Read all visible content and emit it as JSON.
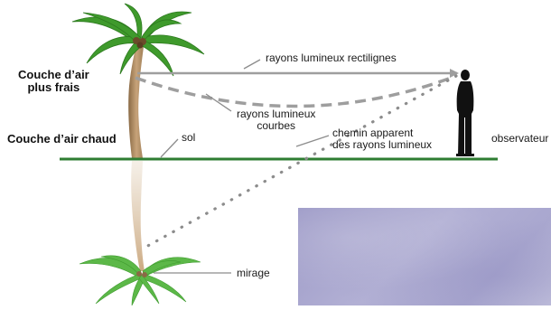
{
  "labels": {
    "upper_layer": [
      "Couche d’air",
      "plus frais"
    ],
    "lower_layer": "Couche d’air chaud",
    "straight_rays": "rayons lumineux rectilignes",
    "curved_rays": [
      "rayons lumineux",
      "courbes"
    ],
    "apparent_path": [
      "chemin apparent",
      "des rayons lumineux"
    ],
    "ground": "sol",
    "observer": "observateur",
    "mirage": "mirage"
  },
  "colors": {
    "ground_line": "#2e7d32",
    "ray_gray": "#9e9e9e",
    "trunk": "#b89466",
    "palm_leaf": "#3f9a2c",
    "mirage_leaf": "#5cb848",
    "observer": "#111111",
    "photo": "#aeacd2"
  },
  "icons": {
    "palm": "palm-tree-icon",
    "observer": "person-silhouette-icon",
    "mirage": "inverted-palm-tree-icon"
  }
}
